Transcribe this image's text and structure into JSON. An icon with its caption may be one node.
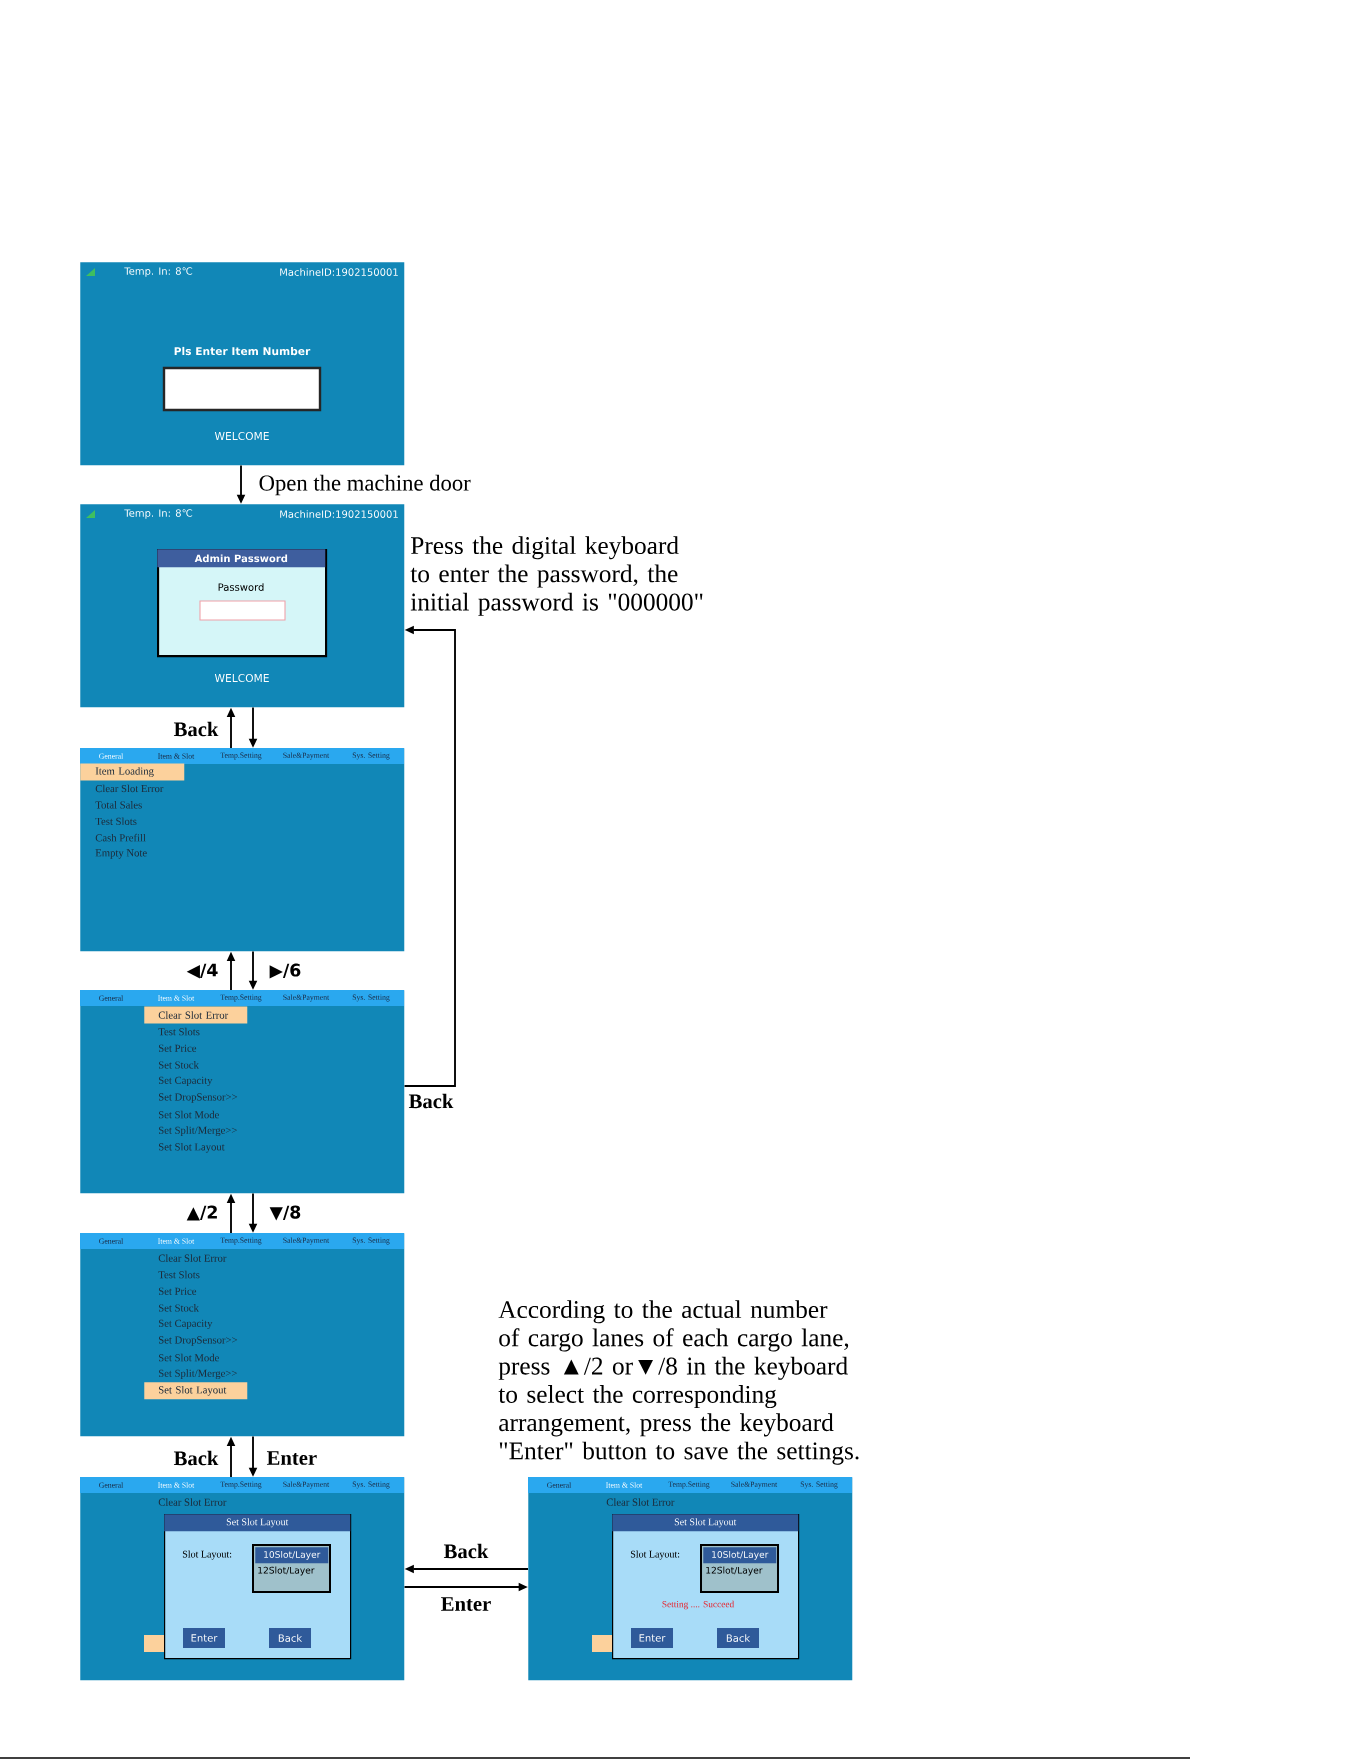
{
  "diagram": {
    "nodes": [
      {
        "text": [
          "Temp. In: 8℃",
          "MachineID:1902150001",
          "Pls Enter Item Number",
          "WELCOME"
        ]
      },
      {
        "text": [
          "Temp. In: 8℃",
          "MachineID:1902150001",
          "WELCOME"
        ],
        "beside": [
          "Press the digital keyboard to enter the password, the initial password is \"000000\""
        ]
      },
      {
        "text": [
          "Admin Password",
          "Password"
        ],
        "in": 1
      },
      {
        "text": [
          "General",
          "Item & Slot",
          "Temp.Setting",
          "Sale&Payment",
          "Sys. Setting",
          "Item Loading",
          "Clear Slot Error",
          "Total Sales",
          "Test Slots",
          "Cash Prefill",
          "Empty Note"
        ]
      },
      {
        "text": [
          "General",
          "Item & Slot",
          "Temp.Setting",
          "Sale&Payment",
          "Sys. Setting",
          "Clear Slot Error",
          "Test Slots",
          "Set Price",
          "Set Stock",
          "Set Capacity",
          "Set DropSensor>>",
          "Set Slot Mode",
          "Set Split/Merge>>",
          "Set Slot Layout"
        ]
      },
      {
        "text": [
          "General",
          "Item & Slot",
          "Temp.Setting",
          "Sale&Payment",
          "Sys. Setting",
          "Clear Slot Error",
          "Test Slots",
          "Set Price",
          "Set Stock",
          "Set Capacity",
          "Set DropSensor>>",
          "Set Slot Mode",
          "Set Split/Merge>>",
          "Set Slot Layout"
        ]
      },
      {
        "text": [
          "General",
          "Item & Slot",
          "Temp.Setting",
          "Sale&Payment",
          "Sys. Setting",
          "Clear Slot Error"
        ]
      },
      {
        "text": [
          "Set Slot Layout",
          "Slot Layout:",
          "10Slot/Layer",
          "12Slot/Layer",
          "Enter",
          "Back"
        ],
        "in": 6
      },
      {
        "text": [
          "General",
          "Item & Slot",
          "Temp.Setting",
          "Sale&Payment",
          "Sys. Setting",
          "Clear Slot Error"
        ],
        "beside": [
          "According to the actual number of cargo lanes of each cargo lane, press ▲/2 or▼/8 in the keyboard to select the corresponding arrangement, press the keyboard \"Enter\" button to save the settings."
        ]
      },
      {
        "text": [
          "Set Slot Layout",
          "Slot Layout:",
          "10Slot/Layer",
          "12Slot/Layer",
          "Setting .... Succeed",
          "Enter",
          "Back"
        ],
        "in": 8
      }
    ],
    "edges": [
      {
        "from": 0,
        "to": 1,
        "arrow": "to",
        "label": "Open the machine door"
      },
      {
        "from": 3,
        "to": 1,
        "arrow": "to",
        "label": "Back"
      },
      {
        "from": 1,
        "to": 3,
        "arrow": "to"
      },
      {
        "from": 4,
        "to": 3,
        "arrow": "to",
        "label": "◀/4"
      },
      {
        "from": 3,
        "to": 4,
        "arrow": "to",
        "label": "▶/6"
      },
      {
        "from": 4,
        "to": 1,
        "arrow": "to",
        "label": "Back"
      },
      {
        "from": 5,
        "to": 4,
        "arrow": "to",
        "label": "▲/2"
      },
      {
        "from": 4,
        "to": 5,
        "arrow": "to",
        "label": "▼/8"
      },
      {
        "from": 6,
        "to": 5,
        "arrow": "to",
        "label": "Back"
      },
      {
        "from": 5,
        "to": 6,
        "arrow": "to",
        "label": "Enter"
      },
      {
        "from": 8,
        "to": 6,
        "arrow": "to",
        "label": "Back"
      },
      {
        "from": 6,
        "to": 8,
        "arrow": "to",
        "label": "Enter"
      }
    ]
  }
}
